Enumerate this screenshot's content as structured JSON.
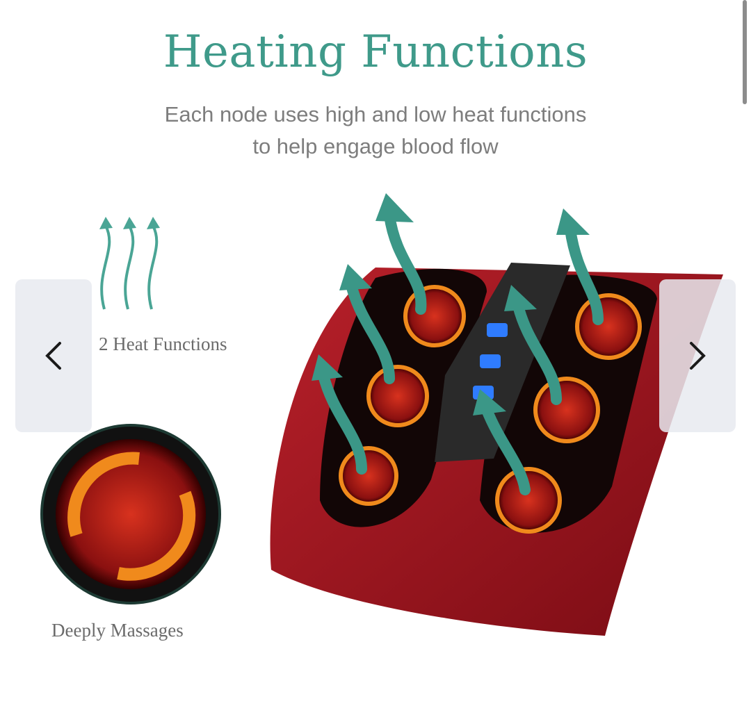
{
  "slide": {
    "title": "Heating Functions",
    "subtitle_line1": "Each node uses high and low heat functions",
    "subtitle_line2": "to help engage blood flow",
    "features": [
      {
        "label": "2 Heat Functions",
        "icon": "heat-waves-icon"
      },
      {
        "label": "Deeply Massages",
        "icon": "massage-node-icon"
      }
    ]
  },
  "carousel": {
    "prev_icon": "chevron-left-icon",
    "next_icon": "chevron-right-icon"
  },
  "colors": {
    "accent": "#3f9a8a",
    "device": "#a3151f",
    "heat": "#f08a1c"
  }
}
